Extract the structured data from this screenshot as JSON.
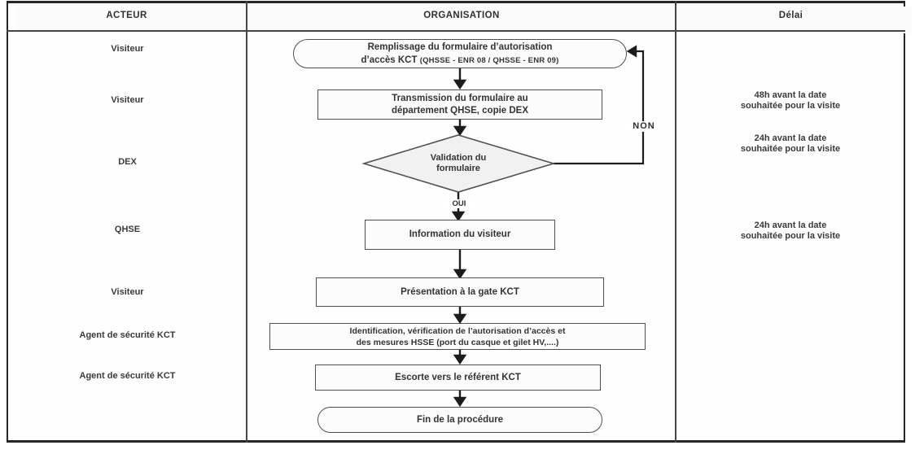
{
  "header": {
    "acteur": "ACTEUR",
    "organisation": "ORGANISATION",
    "delai": "Délai"
  },
  "actors": [
    "Visiteur",
    "Visiteur",
    "DEX",
    "QHSE",
    "Visiteur",
    "Agent de sécurité KCT",
    "Agent de sécurité KCT"
  ],
  "delays": [
    {
      "line1": "48h avant la date",
      "line2": "souhaitée pour la visite"
    },
    {
      "line1": "24h avant la date",
      "line2": "souhaitée pour la visite"
    },
    {
      "line1": "24h avant la date",
      "line2": "souhaitée pour la visite"
    }
  ],
  "flow": {
    "start_line1": "Remplissage  du formulaire d’autorisation",
    "start_line2_main": "d’accès KCT ",
    "start_line2_ref": "(QHSSE - ENR 08 / QHSSE - ENR 09)",
    "transmission_line1": "Transmission du formulaire au",
    "transmission_line2": "département QHSE, copie DEX",
    "decision_line1": "Validation du",
    "decision_line2": "formulaire",
    "decision_yes": "OUI",
    "decision_no": "NON",
    "information": "Information du visiteur",
    "presentation": "Présentation à  la gate KCT",
    "identification_line1": "Identification, vérification de l’autorisation d’accès et",
    "identification_line2": "des mesures  HSSE (port du casque et gilet HV,....)",
    "escorte": "Escorte vers le référent KCT",
    "fin": "Fin de la procédure"
  },
  "colors": {
    "grid_border": "#454545",
    "node_border": "#4f4f4f",
    "node_fill": "#fcfcfc",
    "diamond_fill": "#f1f1f1",
    "arrow": "#1c1c1c",
    "text": "#343434"
  }
}
